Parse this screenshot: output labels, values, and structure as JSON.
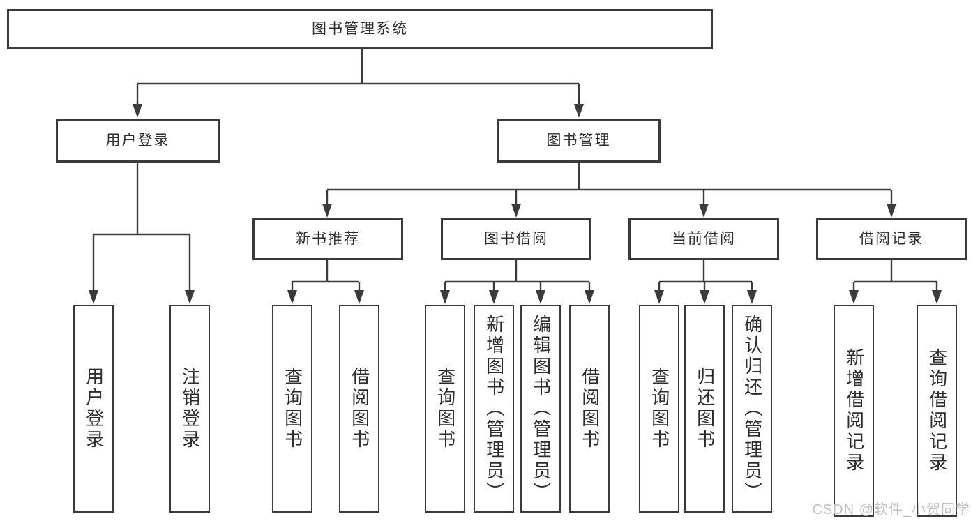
{
  "root": {
    "label": "图书管理系统"
  },
  "user_login": {
    "label": "用户登录",
    "children": [
      {
        "label": "用户登录"
      },
      {
        "label": "注销登录"
      }
    ]
  },
  "book_mgmt": {
    "label": "图书管理",
    "children": [
      {
        "label": "新书推荐",
        "children": [
          {
            "label": "查询图书"
          },
          {
            "label": "借阅图书"
          }
        ]
      },
      {
        "label": "图书借阅",
        "children": [
          {
            "label": "查询图书"
          },
          {
            "label": "新增图书（管理员）"
          },
          {
            "label": "编辑图书（管理员）"
          },
          {
            "label": "借阅图书"
          }
        ]
      },
      {
        "label": "当前借阅",
        "children": [
          {
            "label": "查询图书"
          },
          {
            "label": "归还图书"
          },
          {
            "label": "确认归还（管理员）"
          }
        ]
      },
      {
        "label": "借阅记录",
        "children": [
          {
            "label": "新增借阅记录"
          },
          {
            "label": "查询借阅记录"
          }
        ]
      }
    ]
  },
  "watermark": "CSDN @软件_小贺同学",
  "colors": {
    "line": "#3b3b3b",
    "box_border": "#3a3a3a",
    "text": "#2d2d2d",
    "watermark": "#bdc1c6"
  }
}
